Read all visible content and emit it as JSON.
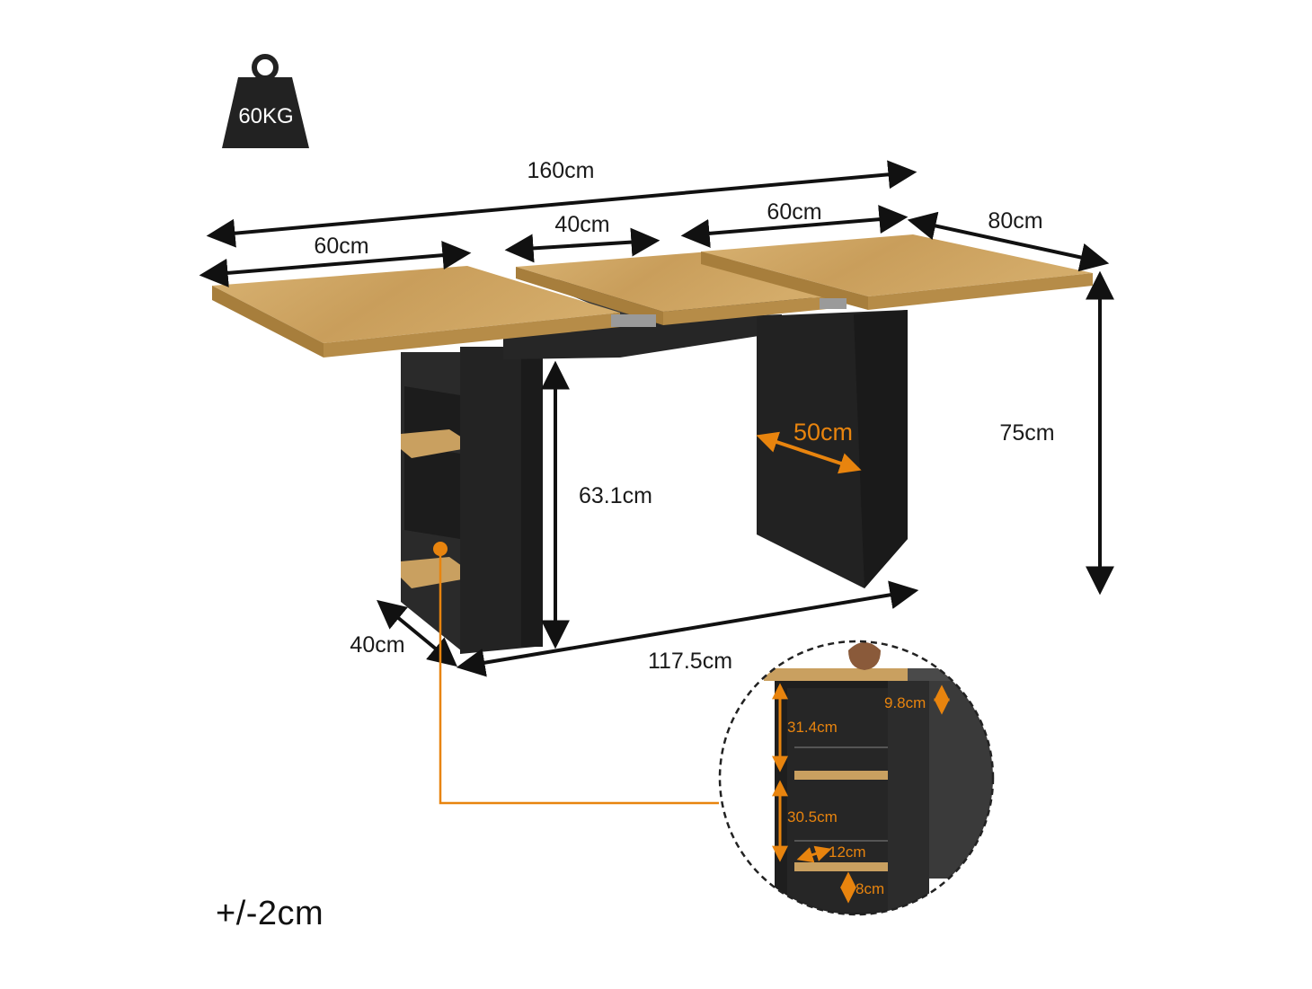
{
  "weight_badge": {
    "label": "60KG",
    "icon": "weight-icon"
  },
  "tolerance": "+/-2cm",
  "dimensions": {
    "overall_length": "160cm",
    "left_leaf": "60cm",
    "right_leaf": "60cm",
    "middle_leaf": "40cm",
    "depth_top": "80cm",
    "height_total": "75cm",
    "leg_clearance": "63.1cm",
    "pedestal_depth": "50cm",
    "base_depth": "40cm",
    "base_length": "117.5cm"
  },
  "detail": {
    "top_gap": "9.8cm",
    "shelf_upper": "31.4cm",
    "shelf_lower": "30.5cm",
    "shelf_depth": "12cm",
    "bottom_gap": "8cm"
  },
  "colors": {
    "wood": "#c9a060",
    "wood_dark": "#a77e3c",
    "black": "#222222",
    "accent": "#e8840e"
  }
}
